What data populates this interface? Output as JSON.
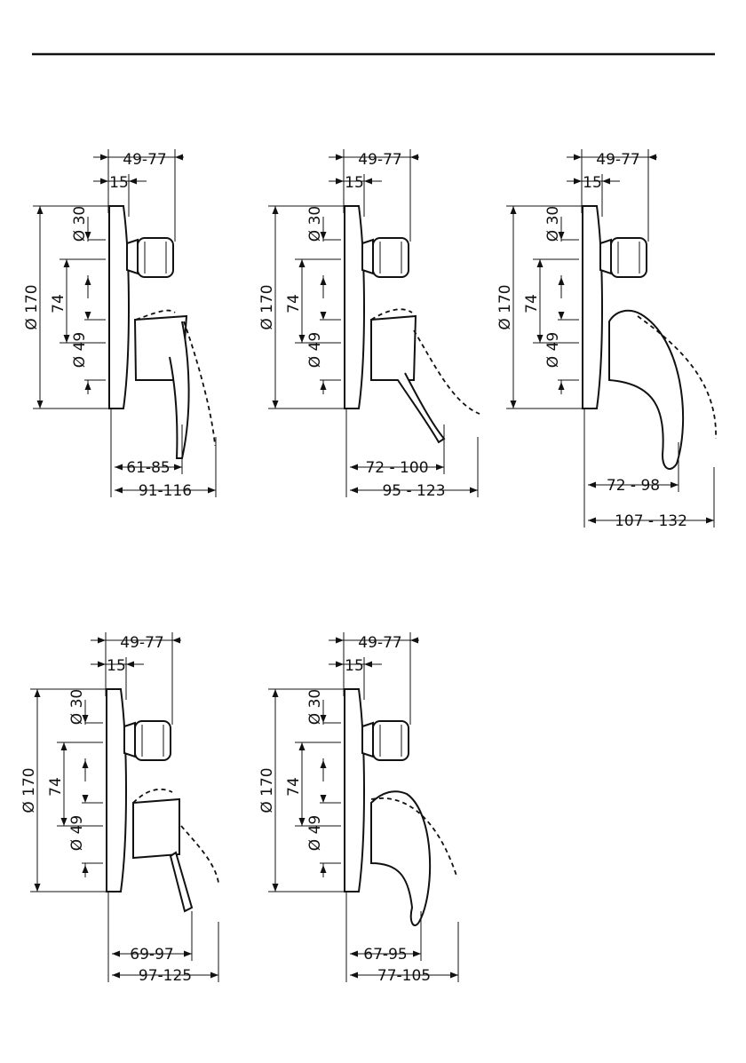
{
  "colors": {
    "ink": "#111111",
    "background": "#ffffff"
  },
  "shared": {
    "plate_diameter": "Ø 170",
    "depth_range": "49-77",
    "offset": "15",
    "spout_diameter": "Ø 30",
    "center_distance": "74",
    "handle_diameter": "Ø 49"
  },
  "variants": [
    {
      "handle": "straight-lever",
      "inner_range": "61-85",
      "outer_range": "91-116"
    },
    {
      "handle": "angled-lever",
      "inner_range": "72 - 100",
      "outer_range": "95 - 123"
    },
    {
      "handle": "loop-lever",
      "inner_range": "72 - 98",
      "outer_range": "107 - 132"
    },
    {
      "handle": "stick-lever",
      "inner_range": "69-97",
      "outer_range": "97-125"
    },
    {
      "handle": "curved-lever",
      "inner_range": "67-95",
      "outer_range": "77-105"
    }
  ]
}
